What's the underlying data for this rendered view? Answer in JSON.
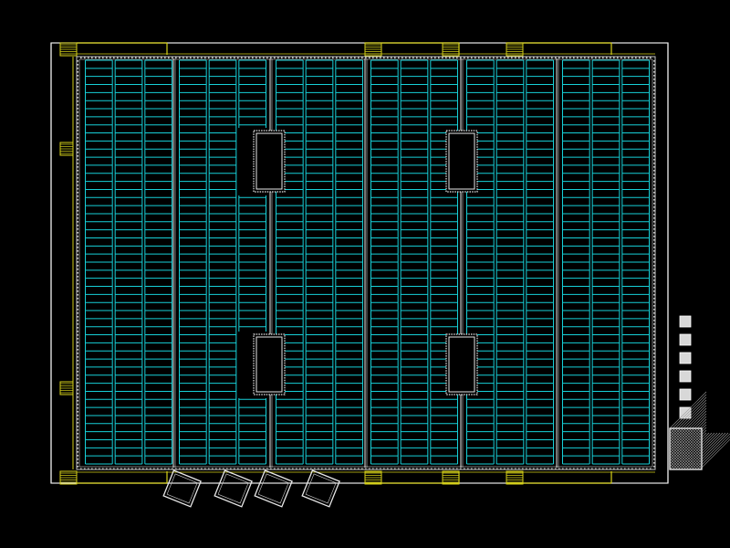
{
  "drawing": {
    "background": "#000000",
    "colors": {
      "wall": "#e8e8e8",
      "edge": "#c8c8c8",
      "accent": "#d6d11a",
      "rack": "#17d0d8",
      "sprinkler": "#bdbdbd",
      "hatch": "#9a9a9a"
    },
    "aisle_groups": 6,
    "rack_columns_per_group": 3,
    "rack_rows": 50,
    "mezzanine_openings": 4,
    "dock_doors": 4,
    "side_markers": 6
  }
}
